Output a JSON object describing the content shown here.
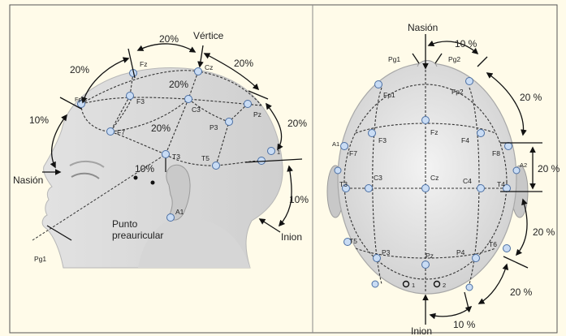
{
  "side_view": {
    "labels": {
      "vertice": "Vértice",
      "nasion": "Nasión",
      "inion": "Inion",
      "punto": "Punto",
      "preauricular": "preauricular",
      "pg1": "Pg1"
    },
    "percents": {
      "top_fz_cz": "20%",
      "fp1_fz": "20%",
      "cz_pz": "20%",
      "nasion_fp1": "10%",
      "pz_o1": "20%",
      "o1_inion": "10%",
      "f3_c3": "20%",
      "c3_t3": "20%",
      "t3_preauricular": "10%"
    },
    "electrodes": {
      "fz": "Fz",
      "cz": "Cz",
      "fp1": "Fp1",
      "f3": "F3",
      "c3": "C3",
      "pz": "Pz",
      "p3": "P3",
      "f7": "F7",
      "t3": "T3",
      "t5": "T5",
      "o1": "1",
      "a1": "A1"
    }
  },
  "top_view": {
    "labels": {
      "nasion": "Nasión",
      "inion": "Inion",
      "pg1": "Pg1",
      "pg2": "Pg2",
      "a1": "A1",
      "a2": "A2"
    },
    "percents": {
      "top": "10 %",
      "right_upper": "20 %",
      "right_ear": "20 %",
      "right_lower": "20 %",
      "bottom_right": "20 %",
      "bottom": "10 %"
    },
    "electrodes": {
      "fp1": "Fp1",
      "fp2": "Fp2",
      "f7": "F7",
      "f3": "F3",
      "fz": "Fz",
      "f4": "F4",
      "f8": "F8",
      "t3": "T3",
      "c3": "C3",
      "cz": "Cz",
      "c4": "C4",
      "t4": "T4",
      "t5": "T5",
      "p3": "P3",
      "pz": "Pz",
      "p4": "P4",
      "t6": "T6",
      "o1": "1",
      "o2": "2"
    }
  }
}
